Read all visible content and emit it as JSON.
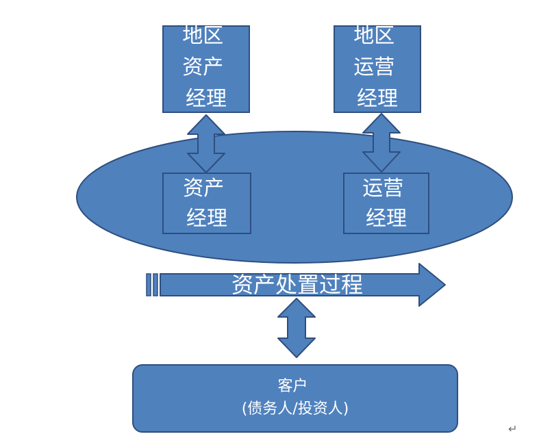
{
  "diagram": {
    "colors": {
      "fill": "#4f81bd",
      "stroke": "#2e4e7e",
      "text": "#ffffff",
      "background": "#ffffff"
    },
    "regional_asset_manager": {
      "lines": [
        "地区",
        "资产",
        "经理"
      ]
    },
    "regional_operations_manager": {
      "lines": [
        "地区",
        "运营",
        "经理"
      ]
    },
    "asset_manager": {
      "lines": [
        "资产",
        "经理"
      ]
    },
    "operations_manager": {
      "lines": [
        "运营",
        "经理"
      ]
    },
    "process_arrow": {
      "label": "资产处置过程"
    },
    "client": {
      "line1": "客户",
      "line2": "(债务人/投资人)"
    },
    "return_mark": "↵"
  }
}
